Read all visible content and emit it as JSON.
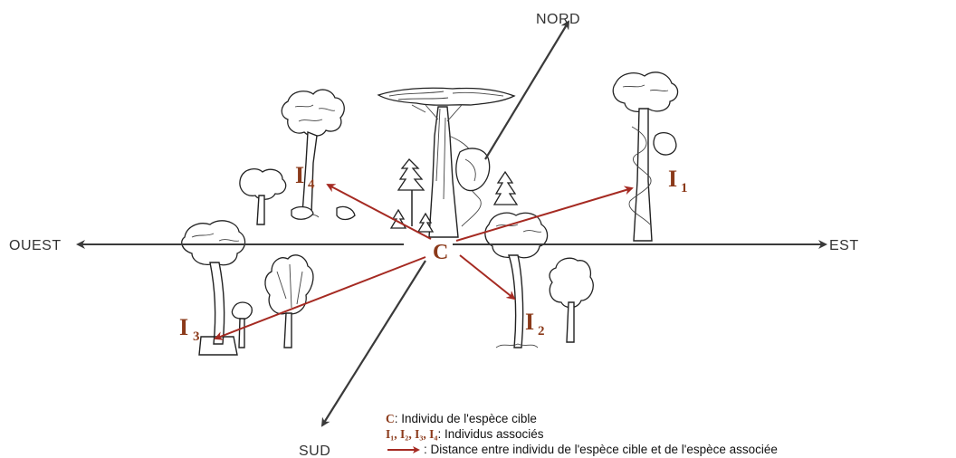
{
  "directions": {
    "north": "NORD",
    "south": "SUD",
    "east": "EST",
    "west": "OUEST"
  },
  "center_label": "C",
  "individuals": [
    {
      "letter": "I",
      "sub": "1"
    },
    {
      "letter": "I",
      "sub": "2"
    },
    {
      "letter": "I",
      "sub": "3"
    },
    {
      "letter": "I",
      "sub": "4"
    }
  ],
  "legend": {
    "c_key": "C",
    "c_text": " : Individu de l'espèce cible",
    "i_key": "I₁, I₂, I₃, I₄",
    "i_text": ": Individus associés",
    "arrow_text": ": Distance entre individu de l'espèce cible et de l'espèce associée"
  },
  "colors": {
    "axis": "#3a3a3a",
    "distance_arrow": "#a52a22",
    "label_brown": "#8b3a1a"
  },
  "icons": [
    "tree-icon",
    "compass-arrow-icon",
    "distance-arrow-icon"
  ]
}
